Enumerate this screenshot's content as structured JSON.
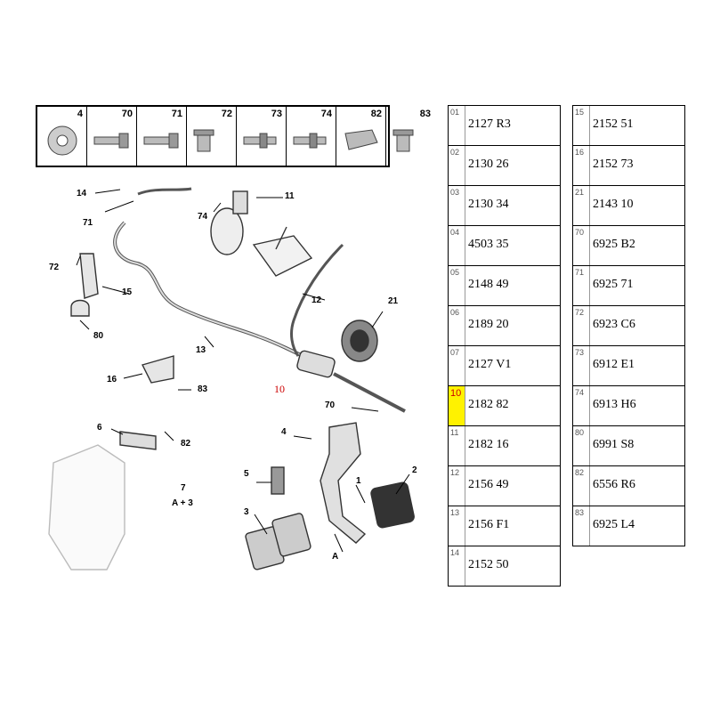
{
  "hardware_strip": {
    "cells": [
      {
        "number": "4",
        "icon": "flange-nut-icon"
      },
      {
        "number": "70",
        "icon": "bolt-icon"
      },
      {
        "number": "71",
        "icon": "bolt-icon"
      },
      {
        "number": "72",
        "icon": "flange-bolt-icon"
      },
      {
        "number": "73",
        "icon": "stud-bolt-icon"
      },
      {
        "number": "74",
        "icon": "stud-bolt-icon"
      },
      {
        "number": "82",
        "icon": "clip-icon"
      },
      {
        "number": "83",
        "icon": "flange-bolt-icon"
      }
    ]
  },
  "diagram": {
    "callouts": [
      "14",
      "11",
      "74",
      "71",
      "72",
      "15",
      "80",
      "12",
      "21",
      "13",
      "10",
      "16",
      "83",
      "70",
      "4",
      "6",
      "82",
      "2",
      "1",
      "5",
      "7",
      "A + 3",
      "3",
      "A"
    ],
    "highlight_callout": "10"
  },
  "parts_table_left": [
    {
      "code": "01",
      "ref": "2127 R3"
    },
    {
      "code": "02",
      "ref": "2130 26"
    },
    {
      "code": "03",
      "ref": "2130 34"
    },
    {
      "code": "04",
      "ref": "4503 35"
    },
    {
      "code": "05",
      "ref": "2148 49"
    },
    {
      "code": "06",
      "ref": "2189 20"
    },
    {
      "code": "07",
      "ref": "2127 V1"
    },
    {
      "code": "10",
      "ref": "2182 82",
      "highlighted": true
    },
    {
      "code": "11",
      "ref": "2182 16"
    },
    {
      "code": "12",
      "ref": "2156 49"
    },
    {
      "code": "13",
      "ref": "2156 F1"
    },
    {
      "code": "14",
      "ref": "2152 50"
    }
  ],
  "parts_table_right": [
    {
      "code": "15",
      "ref": "2152 51"
    },
    {
      "code": "16",
      "ref": "2152 73"
    },
    {
      "code": "21",
      "ref": "2143 10"
    },
    {
      "code": "70",
      "ref": "6925 B2"
    },
    {
      "code": "71",
      "ref": "6925 71"
    },
    {
      "code": "72",
      "ref": "6923 C6"
    },
    {
      "code": "73",
      "ref": "6912 E1"
    },
    {
      "code": "74",
      "ref": "6913 H6"
    },
    {
      "code": "80",
      "ref": "6991 S8"
    },
    {
      "code": "82",
      "ref": "6556 R6"
    },
    {
      "code": "83",
      "ref": "6925 L4"
    }
  ],
  "colors": {
    "highlight": "#fff200",
    "highlight_text": "#cc0000",
    "line": "#000000"
  }
}
